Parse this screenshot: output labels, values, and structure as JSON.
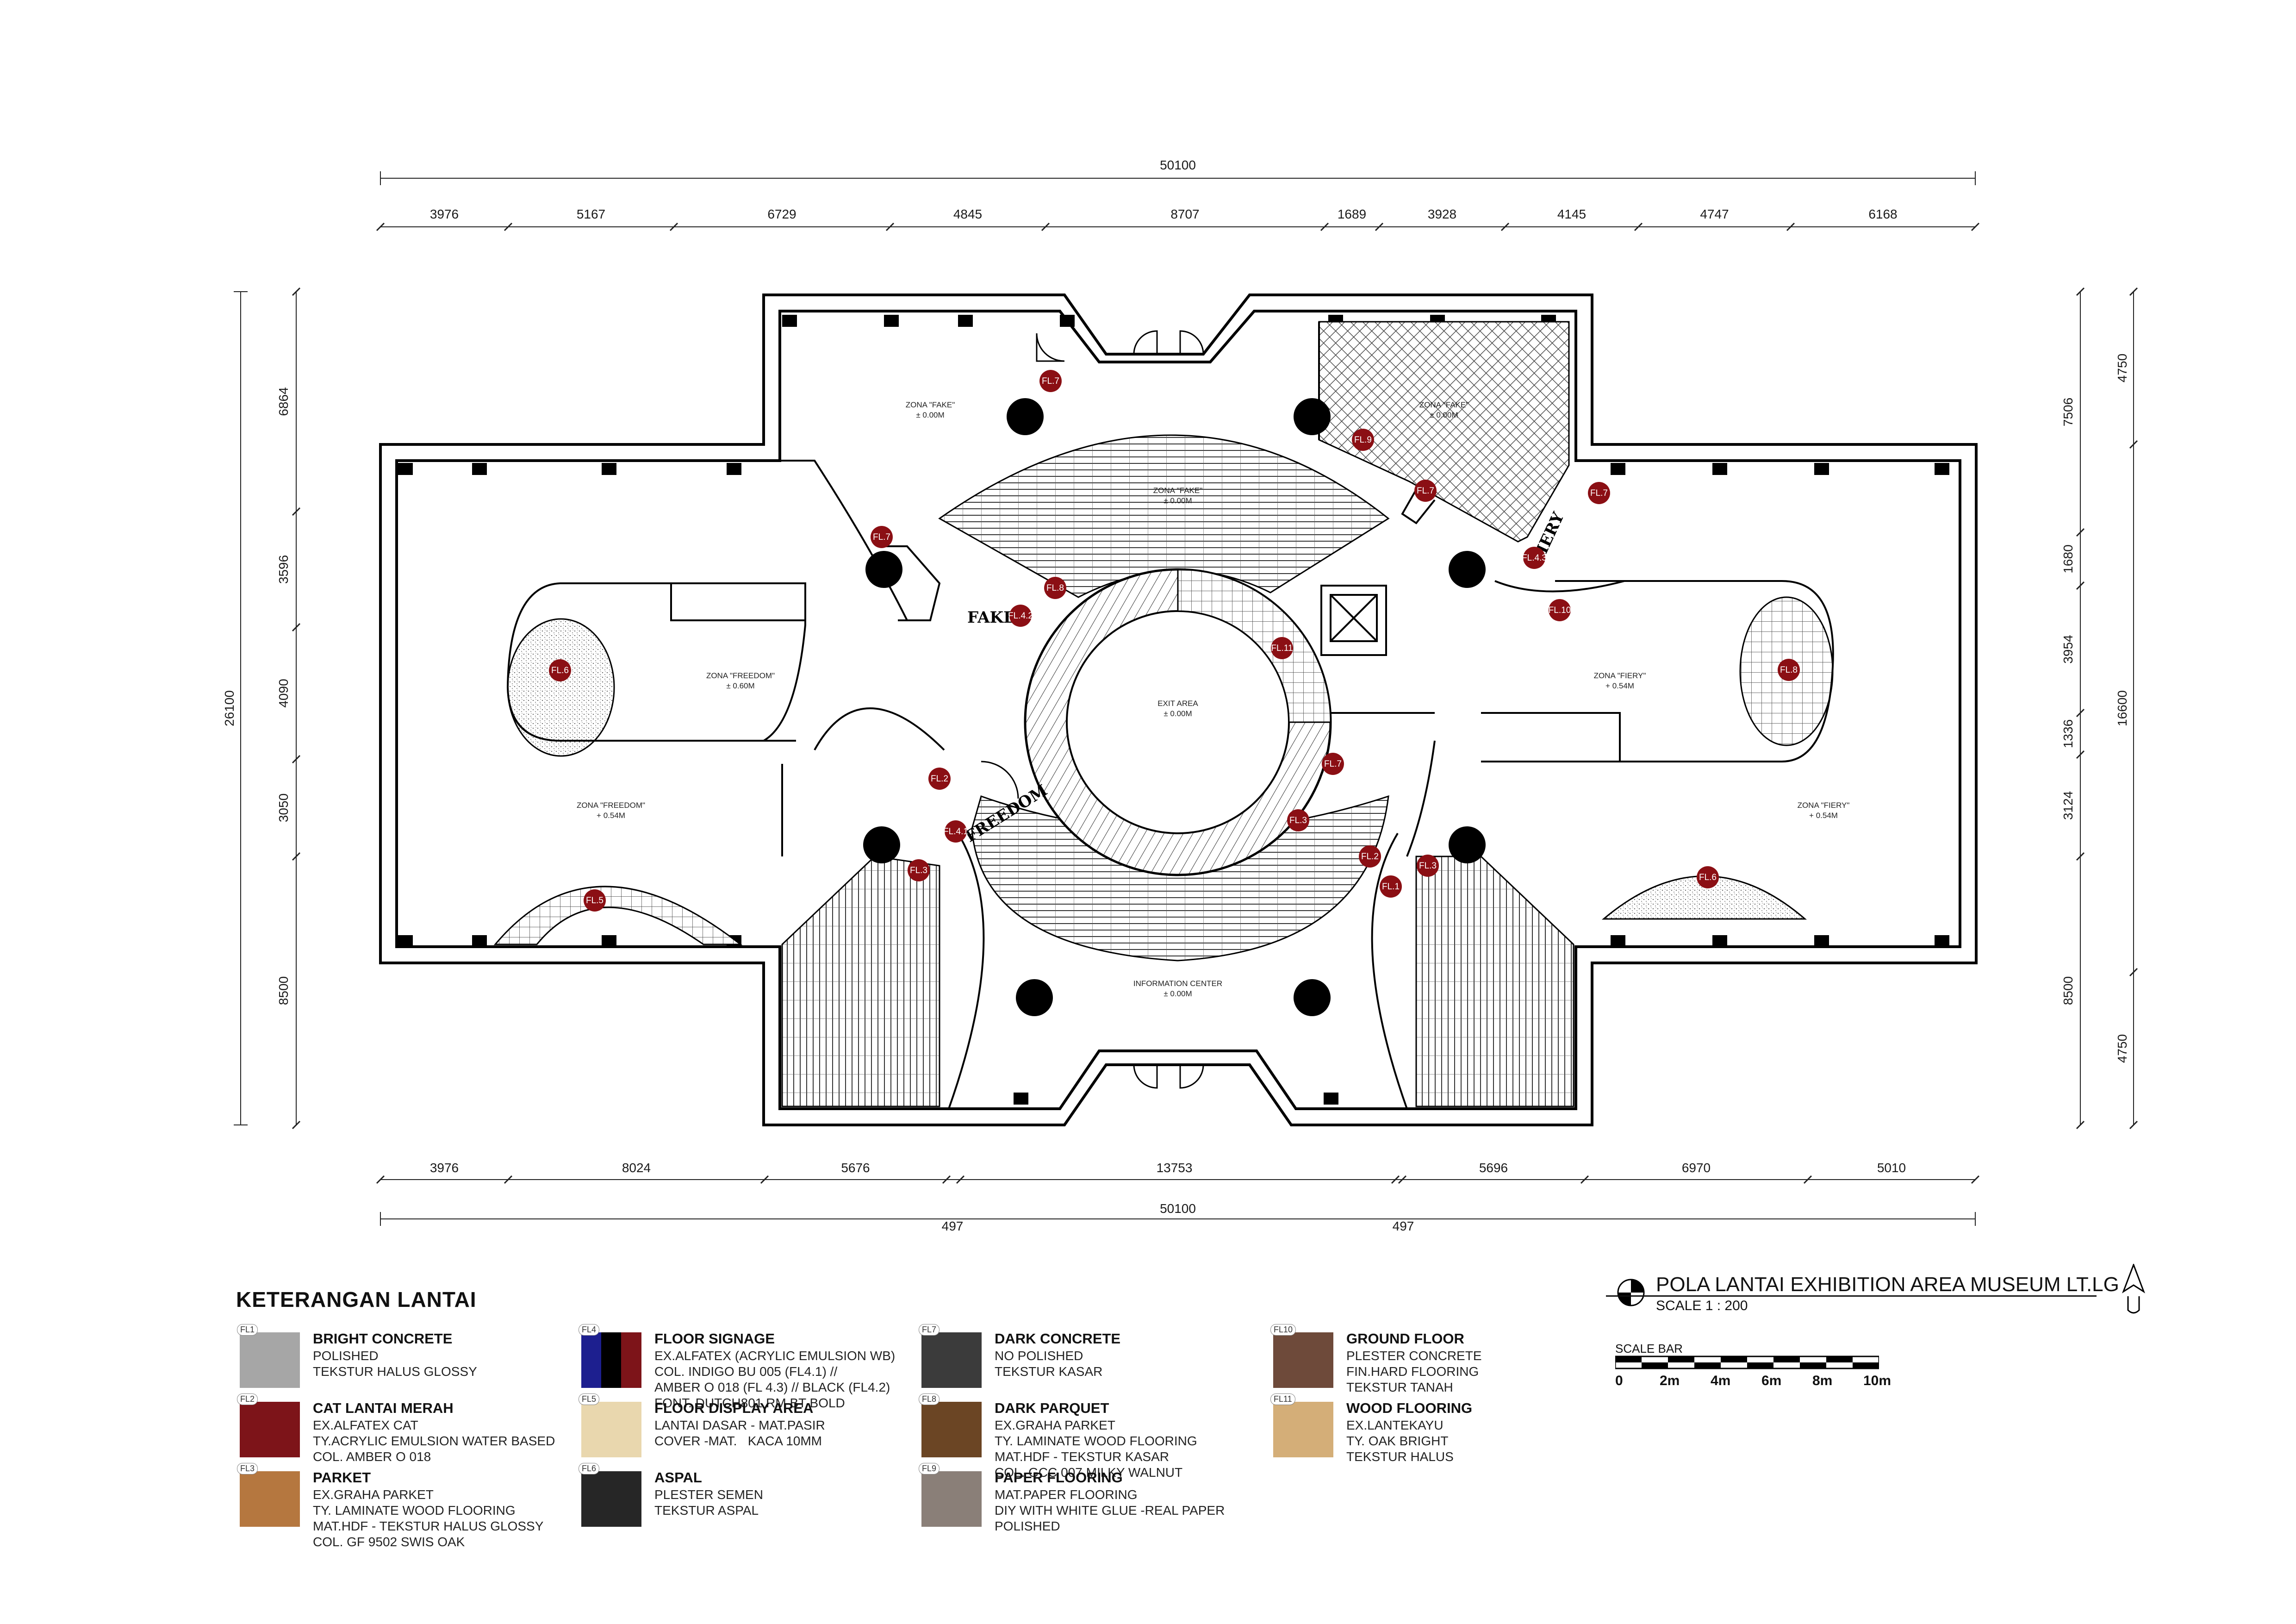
{
  "dimensions": {
    "top_total": "50100",
    "top_segments": [
      "3976",
      "5167",
      "6729",
      "4845",
      "8707",
      "1689",
      "3928",
      "4145",
      "4747",
      "6168"
    ],
    "bottom_segments": [
      "3976",
      "8024",
      "5676",
      "13753",
      "5696",
      "6970",
      "5010"
    ],
    "bottom_total": "50100",
    "bottom_small_left": "497",
    "bottom_small_right": "497",
    "left_total": "26100",
    "left_segments": [
      "6864",
      "3596",
      "4090",
      "3050",
      "8500"
    ],
    "right_inner": [
      "7506",
      "1680",
      "3954",
      "1336",
      "3124",
      "8500"
    ],
    "right_outer": [
      "4750",
      "16600",
      "4750"
    ]
  },
  "zones": {
    "fake_room": "ZONA \"FAKE\"",
    "fake_room_level": "± 0.00M",
    "fake_center": "ZONA \"FAKE\"",
    "fake_center_level": "± 0.00M",
    "fake_right": "ZONA \"FAKE\"",
    "fake_right_level": "± 0.00M",
    "freedom_upper": "ZONA \"FREEDOM\"",
    "freedom_upper_level": "± 0.60M",
    "freedom_lower": "ZONA \"FREEDOM\"",
    "freedom_lower_level": "+ 0.54M",
    "exit": "EXIT AREA",
    "exit_level": "± 0.00M",
    "fiery_upper": "ZONA \"FIERY\"",
    "fiery_upper_level": "+ 0.54M",
    "fiery_lower": "ZONA \"FIERY\"",
    "fiery_lower_level": "+ 0.54M",
    "info": "INFORMATION CENTER",
    "info_level": "± 0.00M"
  },
  "wall_words": {
    "fake": "FAKE",
    "freedom": "FREEDOM",
    "fiery": "FIERY"
  },
  "tags": {
    "t1": "FL.7",
    "t2": "FL.9",
    "t3": "FL.7",
    "t4": "FL.7",
    "t5": "FL.7",
    "t6": "FL.4.2",
    "t7": "FL.8",
    "t8": "FL.6",
    "t9": "FL.10",
    "t10": "FL.4.3",
    "t11": "FL.11",
    "t12": "FL.8",
    "t13": "FL.2",
    "t14": "FL.7",
    "t15": "FL.4.1",
    "t16": "FL.3",
    "t17": "FL.3",
    "t18": "FL.2",
    "t19": "FL.1",
    "t20": "FL.3",
    "t21": "FL.5",
    "t22": "FL.6"
  },
  "legend": {
    "title": "KETERANGAN LANTAI",
    "items": [
      {
        "code": "FL1",
        "name": "BRIGHT CONCRETE",
        "desc": "POLISHED\nTEKSTUR HALUS GLOSSY",
        "color": "#a6a6a6"
      },
      {
        "code": "FL2",
        "name": "CAT LANTAI MERAH",
        "desc": "EX.ALFATEX CAT\nTY.ACRYLIC EMULSION WATER BASED\nCOL. AMBER O 018",
        "color": "#7d1419"
      },
      {
        "code": "FL3",
        "name": "PARKET",
        "desc": "EX.GRAHA PARKET\nTY. LAMINATE WOOD FLOORING\nMAT.HDF - TEKSTUR HALUS GLOSSY\nCOL. GF 9502 SWIS OAK",
        "color": "#b5773f"
      },
      {
        "code": "FL4",
        "name": "FLOOR SIGNAGE",
        "desc": "EX.ALFATEX (ACRYLIC EMULSION WB)\nCOL. INDIGO BU 005 (FL4.1) //\nAMBER O 018 (FL 4.3) // BLACK (FL4.2)\nFONT. DUTCH801 RM BT BOLD",
        "color": "#1d1f8f"
      },
      {
        "code": "FL5",
        "name": "FLOOR DISPLAY AREA",
        "desc": "LANTAI DASAR - MAT.PASIR\nCOVER -MAT.   KACA 10MM",
        "color": "#e9d7ae"
      },
      {
        "code": "FL6",
        "name": "ASPAL",
        "desc": "PLESTER SEMEN\nTEKSTUR ASPAL",
        "color": "#262626"
      },
      {
        "code": "FL7",
        "name": "DARK CONCRETE",
        "desc": "NO POLISHED\nTEKSTUR KASAR",
        "color": "#3b3b3b"
      },
      {
        "code": "FL8",
        "name": "DARK PARQUET",
        "desc": "EX.GRAHA PARKET\nTY. LAMINATE WOOD FLOORING\nMAT.HDF - TEKSTUR KASAR\nCOL. GCC 007 MILKY WALNUT",
        "color": "#6b4524"
      },
      {
        "code": "FL9",
        "name": "PAPER FLOORING",
        "desc": "MAT.PAPER FLOORING\nDIY WITH WHITE GLUE -REAL PAPER\nPOLISHED",
        "color": "#8a7f78"
      },
      {
        "code": "FL10",
        "name": "GROUND FLOOR",
        "desc": "PLESTER CONCRETE\nFIN.HARD FLOORING\nTEKSTUR TANAH",
        "color": "#6e4a3a"
      },
      {
        "code": "FL11",
        "name": "WOOD FLOORING",
        "desc": "EX.LANTEKAYU\nTY. OAK BRIGHT\nTEKSTUR HALUS",
        "color": "#d4ae78"
      }
    ]
  },
  "title_block": {
    "title": "POLA LANTAI EXHIBITION AREA MUSEUM LT.LG",
    "scale": "SCALE  1 : 200",
    "scale_bar_label": "SCALE  BAR",
    "scale_ticks": [
      "0",
      "2m",
      "4m",
      "6m",
      "8m",
      "10m"
    ]
  },
  "colors": {
    "tag_fill": "#8b0f14",
    "column_fill": "#000000",
    "wall": "#000000"
  }
}
